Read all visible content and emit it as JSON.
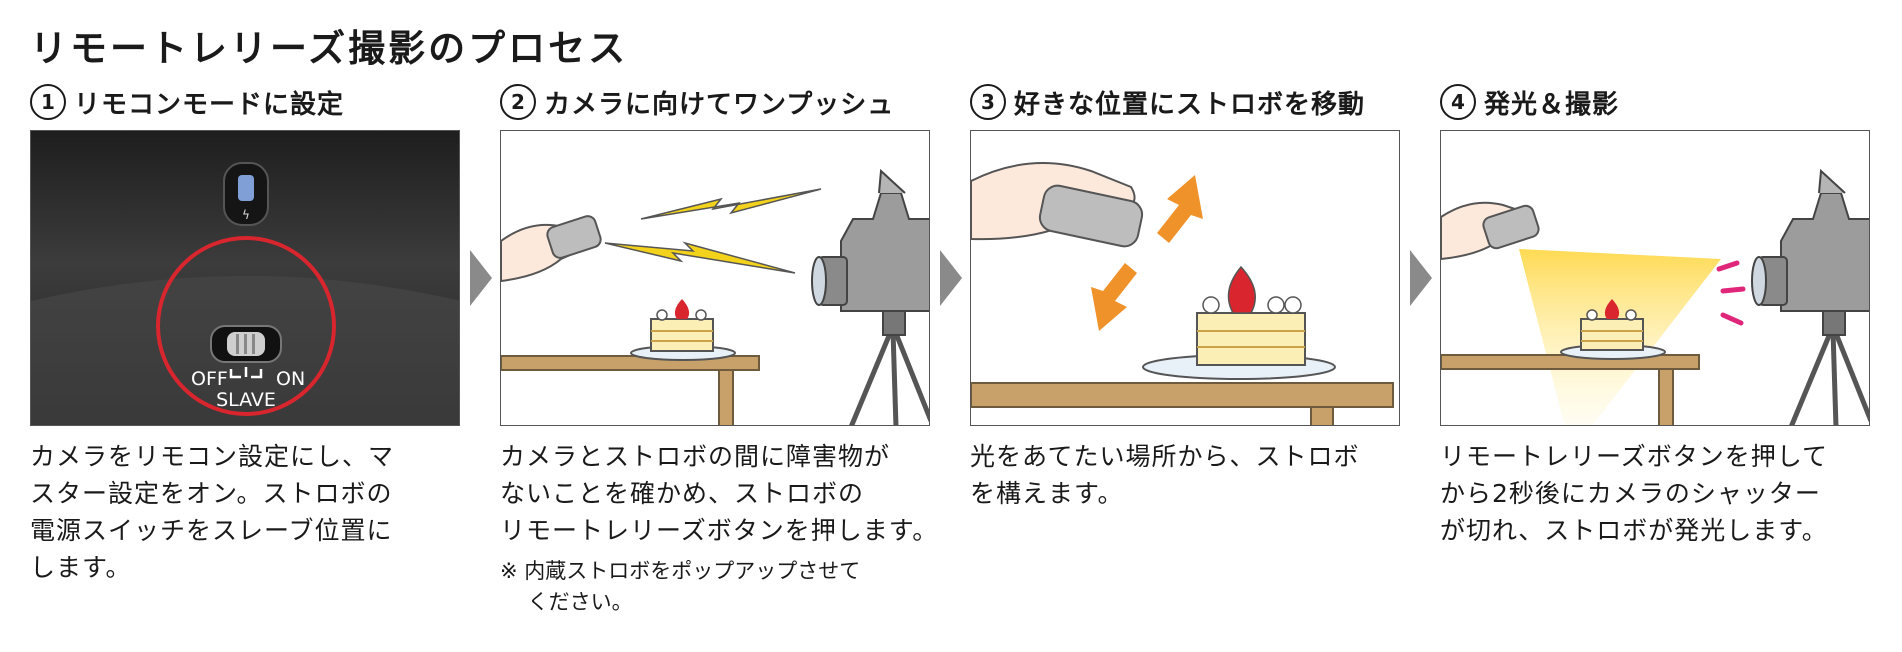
{
  "title": "リモートレリーズ撮影のプロセス",
  "steps": [
    {
      "num": "1",
      "title": "リモコンモードに設定",
      "panel_labels": {
        "off": "OFF",
        "on": "ON",
        "slave": "SLAVE"
      },
      "description": "カメラをリモコン設定にし、マ\nスター設定をオン。ストロボの\n電源スイッチをスレーブ位置に\nします。"
    },
    {
      "num": "2",
      "title": "カメラに向けてワンプッシュ",
      "description": "カメラとストロボの間に障害物が\nないことを確かめ、ストロボの\nリモートレリーズボタンを押します。",
      "note": "※ 内蔵ストロボをポップアップさせて\n　 ください。"
    },
    {
      "num": "3",
      "title": "好きな位置にストロボを移動",
      "description": "光をあてたい場所から、ストロボ\nを構えます。"
    },
    {
      "num": "4",
      "title": "発光＆撮影",
      "description": "リモートレリーズボタンを押して\nから2秒後にカメラのシャッター\nが切れ、ストロボが発光します。"
    }
  ],
  "colors": {
    "highlight_circle": "#d9262e",
    "flash_bolt": "#f2d21b",
    "move_arrows": "#f0922a",
    "light_beam": "#ffe066",
    "shutter_marks": "#e0267a",
    "table": "#c8a06a",
    "step_arrow": "#8a8a8a"
  }
}
